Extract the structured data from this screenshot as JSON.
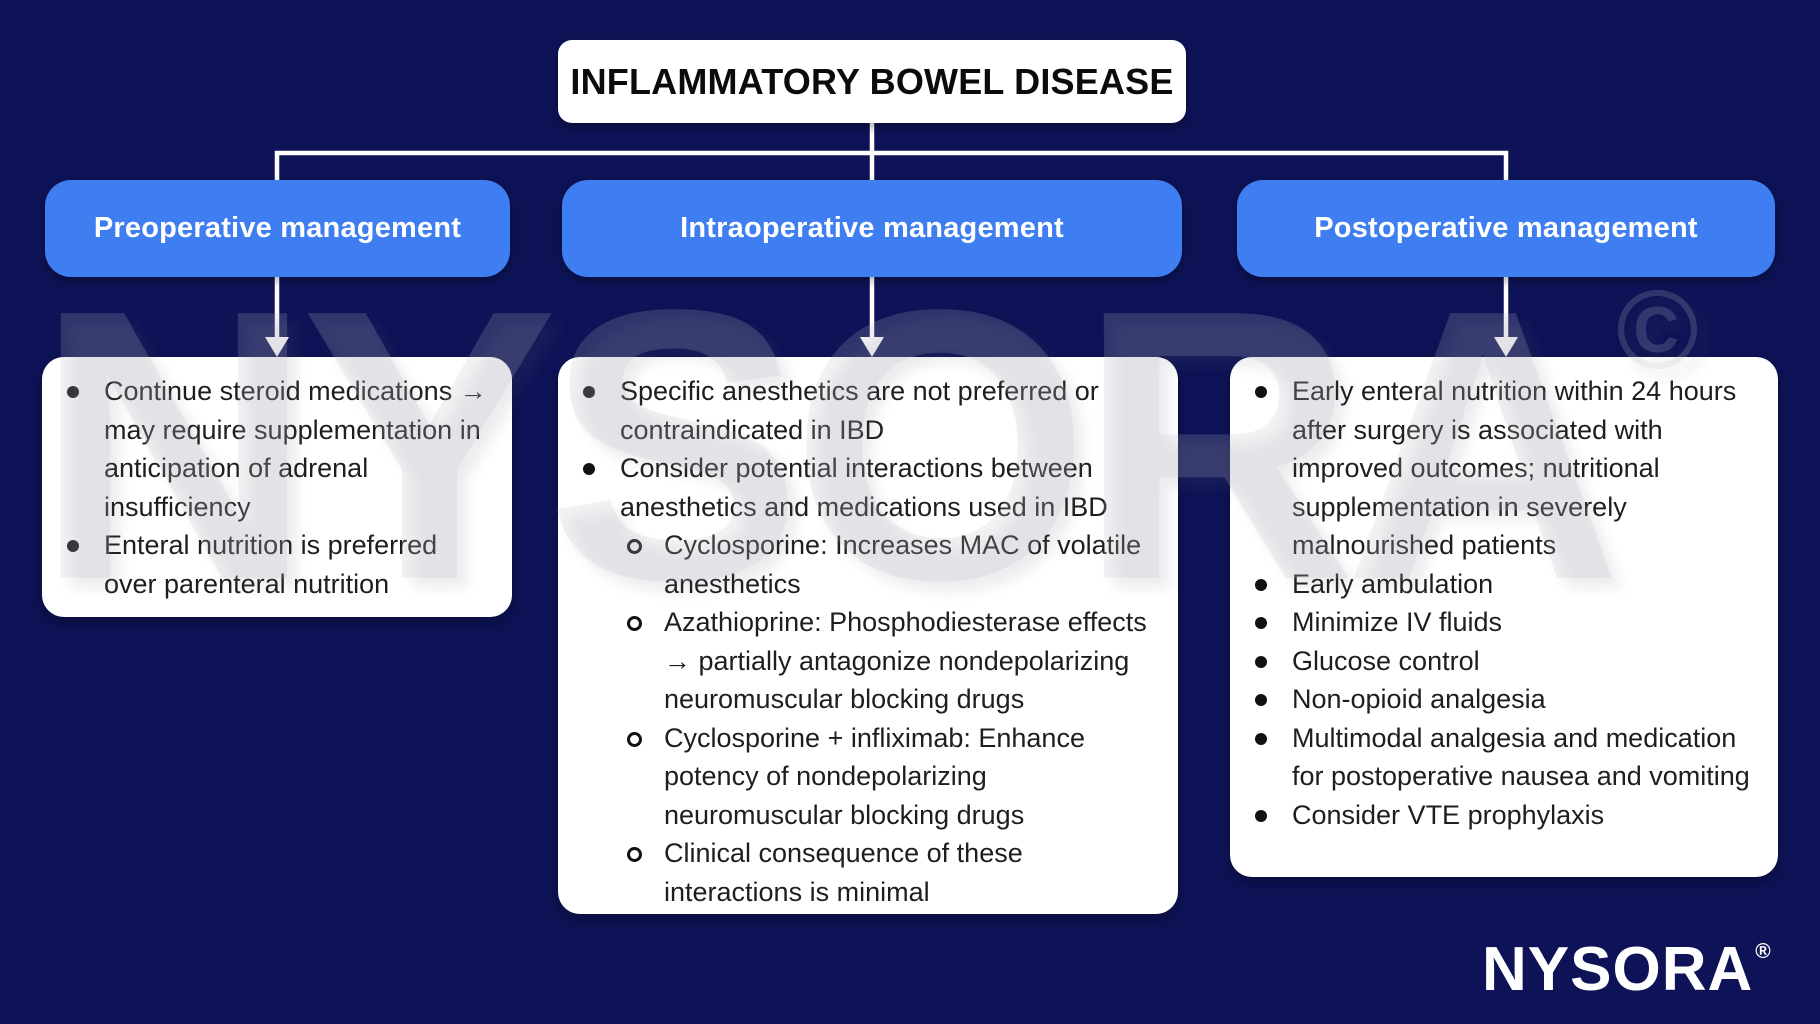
{
  "title": "INFLAMMATORY BOWEL DISEASE",
  "columns": [
    {
      "header": "Preoperative management",
      "items": [
        {
          "level": 1,
          "text": "Continue steroid medications → may require supplementation in anticipation of adrenal insufficiency"
        },
        {
          "level": 1,
          "text": "Enteral nutrition is preferred over parenteral nutrition"
        }
      ]
    },
    {
      "header": "Intraoperative management",
      "items": [
        {
          "level": 1,
          "text": "Specific anesthetics are not preferred or contraindicated in IBD"
        },
        {
          "level": 1,
          "text": "Consider potential interactions between anesthetics and medications used in IBD"
        },
        {
          "level": 2,
          "text": "Cyclosporine: Increases MAC of volatile anesthetics"
        },
        {
          "level": 2,
          "text": "Azathioprine: Phosphodiesterase effects → partially antagonize nondepolarizing neuromuscular blocking drugs"
        },
        {
          "level": 2,
          "text": "Cyclosporine + infliximab: Enhance potency of nondepolarizing neuromuscular blocking drugs"
        },
        {
          "level": 2,
          "text": "Clinical consequence of these interactions is minimal"
        }
      ]
    },
    {
      "header": "Postoperative management",
      "items": [
        {
          "level": 1,
          "text": "Early enteral nutrition within 24 hours after surgery is associated with improved outcomes; nutritional supplementation in severely malnourished patients"
        },
        {
          "level": 1,
          "text": "Early ambulation"
        },
        {
          "level": 1,
          "text": "Minimize IV fluids"
        },
        {
          "level": 1,
          "text": "Glucose control"
        },
        {
          "level": 1,
          "text": "Non-opioid analgesia"
        },
        {
          "level": 1,
          "text": "Multimodal analgesia and medication for postoperative nausea and vomiting"
        },
        {
          "level": 1,
          "text": "Consider VTE prophylaxis"
        }
      ]
    }
  ],
  "watermark": {
    "text": "NYSORA",
    "copyright": "©"
  },
  "logo": {
    "text": "NYSORA",
    "registered": "®"
  },
  "colors": {
    "background_navy": "#0D1356",
    "branch_blue": "#3F7EF0",
    "box_white": "#FFFFFF",
    "body_text": "#1E1E1E",
    "connector_white": "#FFFFFF"
  }
}
